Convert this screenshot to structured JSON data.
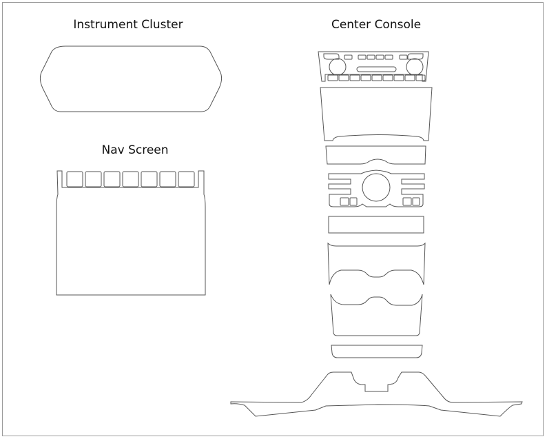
{
  "sections": {
    "instrument_cluster": {
      "title": "Instrument Cluster"
    },
    "nav_screen": {
      "title": "Nav Screen"
    },
    "center_console": {
      "title": "Center Console"
    }
  },
  "colors": {
    "outline": "#555555",
    "frame": "#9a9a9a"
  }
}
